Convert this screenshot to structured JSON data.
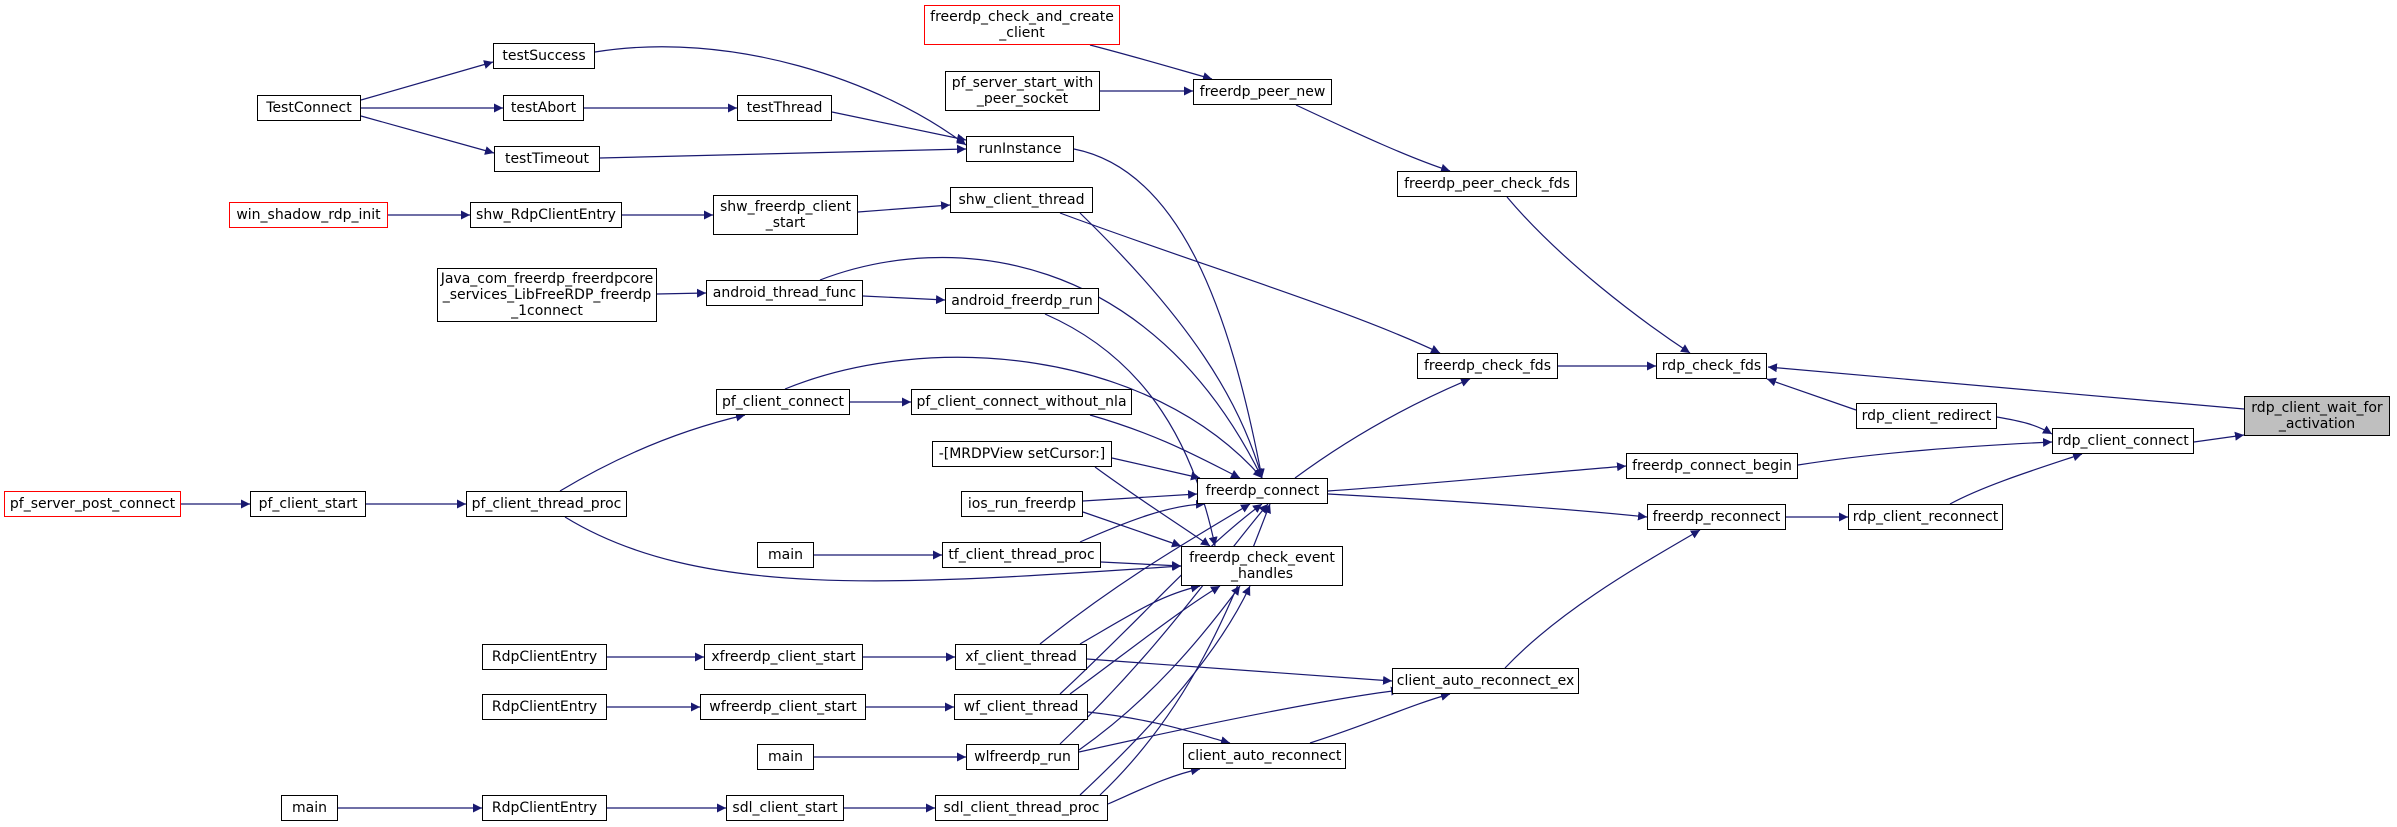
{
  "colors": {
    "edge": "#191970",
    "node_border": "#000000",
    "incomplete_border": "#ff0000",
    "root_fill": "#bfbfbf"
  },
  "nodes": {
    "rdp_client_wait_for_activation": "rdp_client_wait_for\n_activation",
    "rdp_client_connect": "rdp_client_connect",
    "rdp_check_fds": "rdp_check_fds",
    "rdp_client_redirect": "rdp_client_redirect",
    "freerdp_connect_begin": "freerdp_connect_begin",
    "rdp_client_reconnect": "rdp_client_reconnect",
    "freerdp_reconnect": "freerdp_reconnect",
    "freerdp_check_fds": "freerdp_check_fds",
    "freerdp_peer_check_fds": "freerdp_peer_check_fds",
    "freerdp_peer_new": "freerdp_peer_new",
    "freerdp_check_and_create_client": "freerdp_check_and_create\n_client",
    "pf_server_start_with_peer_socket": "pf_server_start_with\n_peer_socket",
    "freerdp_connect": "freerdp_connect",
    "freerdp_check_event_handles": "freerdp_check_event\n_handles",
    "client_auto_reconnect_ex": "client_auto_reconnect_ex",
    "client_auto_reconnect": "client_auto_reconnect",
    "runInstance": "runInstance",
    "testSuccess": "testSuccess",
    "testAbort": "testAbort",
    "testTimeout": "testTimeout",
    "testThread": "testThread",
    "TestConnect": "TestConnect",
    "shw_client_thread": "shw_client_thread",
    "shw_freerdp_client_start": "shw_freerdp_client\n_start",
    "shw_RdpClientEntry": "shw_RdpClientEntry",
    "win_shadow_rdp_init": "win_shadow_rdp_init",
    "android_freerdp_run": "android_freerdp_run",
    "android_thread_func": "android_thread_func",
    "java_connect": "Java_com_freerdp_freerdpcore\n_services_LibFreeRDP_freerdp\n_1connect",
    "pf_client_connect_without_nla": "pf_client_connect_without_nla",
    "pf_client_connect": "pf_client_connect",
    "pf_client_thread_proc": "pf_client_thread_proc",
    "pf_client_start": "pf_client_start",
    "pf_server_post_connect": "pf_server_post_connect",
    "mrdpview_setcursor": "-[MRDPView setCursor:]",
    "ios_run_freerdp": "ios_run_freerdp",
    "tf_client_thread_proc": "tf_client_thread_proc",
    "main_tf": "main",
    "xf_client_thread": "xf_client_thread",
    "xfreerdp_client_start": "xfreerdp_client_start",
    "rdpcliententry_xf": "RdpClientEntry",
    "wf_client_thread": "wf_client_thread",
    "wfreerdp_client_start": "wfreerdp_client_start",
    "rdpcliententry_wf": "RdpClientEntry",
    "wlfreerdp_run": "wlfreerdp_run",
    "main_wl": "main",
    "sdl_client_thread_proc": "sdl_client_thread_proc",
    "sdl_client_start": "sdl_client_start",
    "rdpcliententry_sdl": "RdpClientEntry",
    "main_sdl": "main"
  }
}
